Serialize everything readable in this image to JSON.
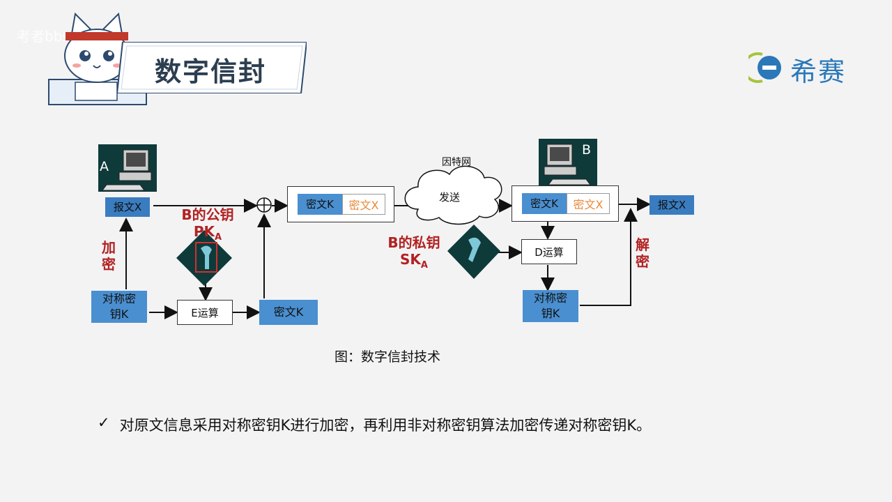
{
  "header": {
    "title": "数字信封",
    "logo": "希赛",
    "watermark": "考者bbs.g"
  },
  "diagram": {
    "label_a": "A",
    "label_b": "B",
    "msg_x_left": "报文X",
    "msg_x_right": "报文X",
    "encrypt_label": "加\n密",
    "decrypt_label": "解\n密",
    "sym_key_left": "对称密\n钥K",
    "sym_key_right": "对称密\n钥K",
    "e_op": "E运算",
    "d_op": "D运算",
    "cipher_k": "密文K",
    "cipher_k_left_pkg": "密文K",
    "cipher_x_left_pkg": "密文X",
    "cipher_k_right_pkg": "密文K",
    "cipher_x_right_pkg": "密文X",
    "pubkey_label": "B的公钥",
    "pubkey_sym": "PK",
    "pubkey_sub": "A",
    "privkey_label": "B的私钥",
    "privkey_sym": "SK",
    "privkey_sub": "A",
    "internet": "因特网",
    "send": "发送",
    "xor_symbol": "⊕"
  },
  "caption": "图：数字信封技术",
  "bullet": {
    "mark": "✓",
    "text": "对原文信息采用对称密钥K进行加密，再利用非对称密钥算法加密传递对称密钥K。"
  },
  "colors": {
    "box_blue": "#4a8fd0",
    "label_red": "#b22222",
    "accent_orange": "#e8893a",
    "logo_blue": "#2b78b8"
  }
}
